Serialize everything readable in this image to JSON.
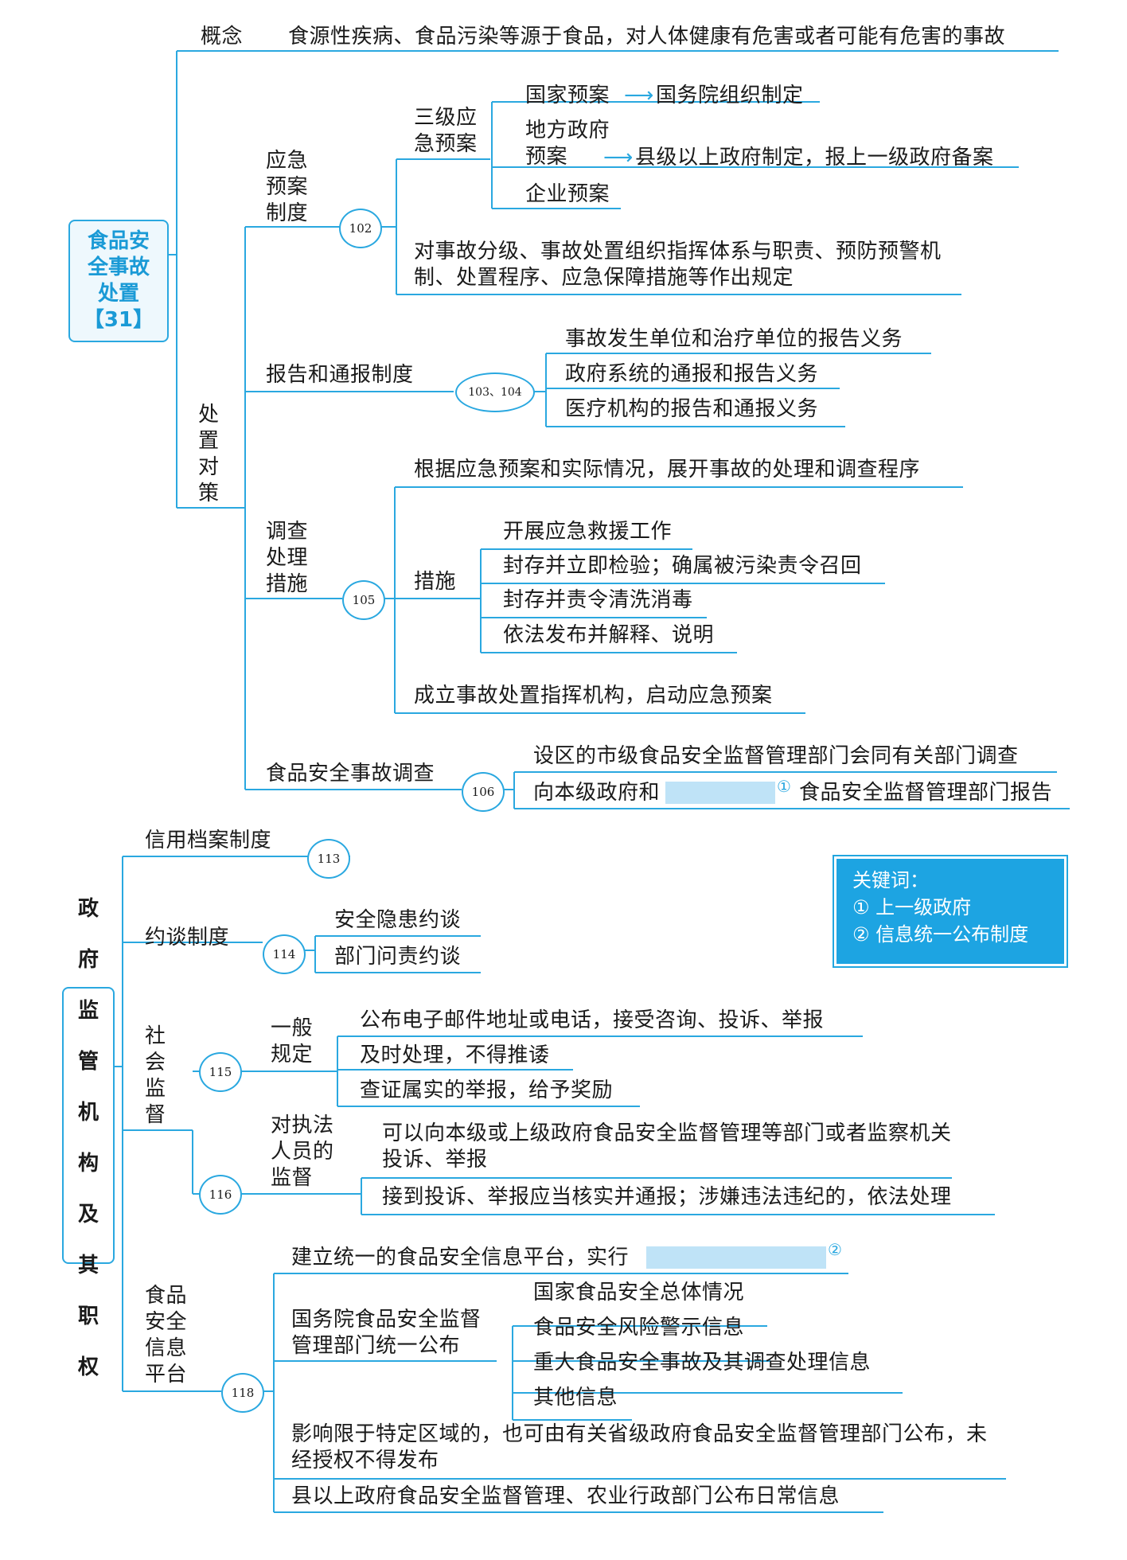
{
  "root1": {
    "line1": "食品安",
    "line2": "全事故",
    "line3": "处置",
    "line4": "【31】"
  },
  "concept": {
    "label": "概念",
    "text": "食源性疾病、食品污染等源于食品，对人体健康有危害或者可能有危害的事故"
  },
  "measures": {
    "label": "处置对策",
    "plan": {
      "label": "应急预案制度",
      "badge": "102",
      "three": {
        "label": "三级应急预案",
        "items": [
          {
            "name": "国家预案",
            "target": "国务院组织制定"
          },
          {
            "name": "地方政府预案",
            "target": "县级以上政府制定，报上一级政府备案"
          },
          {
            "name": "企业预案"
          }
        ]
      },
      "rule": "对事故分级、事故处置组织指挥体系与职责、预防预警机制、处置程序、应急保障措施等作出规定"
    },
    "report": {
      "label": "报告和通报制度",
      "badge": "103、104",
      "items": [
        "事故发生单位和治疗单位的报告义务",
        "政府系统的通报和报告义务",
        "医疗机构的报告和通报义务"
      ]
    },
    "investigate": {
      "label": "调查处理措施",
      "badge": "105",
      "first": "根据应急预案和实际情况，展开事故的处理和调查程序",
      "steps_label": "措施",
      "steps": [
        "开展应急救援工作",
        "封存并立即检验；确属被污染责令召回",
        "封存并责令清洗消毒",
        "依法发布并解释、说明"
      ],
      "last": "成立事故处置指挥机构，启动应急预案"
    },
    "survey": {
      "label": "食品安全事故调查",
      "badge": "106",
      "items": [
        "设区的市级食品安全监督管理部门会同有关部门调查"
      ],
      "report_prefix": "向本级政府和",
      "report_mark": "①",
      "report_suffix": "食品安全监督管理部门报告"
    }
  },
  "root2": {
    "line1": "政",
    "line2": "府",
    "line3": "监",
    "line4": "管",
    "line5": "机",
    "line6": "构",
    "line7": "及",
    "line8": "其",
    "line9": "职",
    "line10": "权"
  },
  "credit": {
    "label": "信用档案制度",
    "badge": "113"
  },
  "interview": {
    "label": "约谈制度",
    "badge": "114",
    "items": [
      "安全隐患约谈",
      "部门问责约谈"
    ]
  },
  "social": {
    "label": "社会监督",
    "general": {
      "label": "一般规定",
      "badge": "115",
      "items": [
        "公布电子邮件地址或电话，接受咨询、投诉、举报",
        "及时处理，不得推诿",
        "查证属实的举报，给予奖励"
      ]
    },
    "enforcer": {
      "label": "对执法人员的监督",
      "badge": "116",
      "items": [
        "可以向本级或上级政府食品安全监督管理等部门或者监察机关投诉、举报",
        "接到投诉、举报应当核实并通报；涉嫌违法违纪的，依法处理"
      ]
    }
  },
  "platform": {
    "label": "食品安全信息平台",
    "badge": "118",
    "build_prefix": "建立统一的食品安全信息平台，实行",
    "build_mark": "②",
    "state_label": "国务院食品安全监督管理部门统一公布",
    "state_items": [
      "国家食品安全总体情况",
      "食品安全风险警示信息",
      "重大食品安全事故及其调查处理信息",
      "其他信息"
    ],
    "regional": "影响限于特定区域的，也可由有关省级政府食品安全监督管理部门公布，未经授权不得发布",
    "daily": "县以上政府食品安全监督管理、农业行政部门公布日常信息"
  },
  "keywords": {
    "title": "关键词：",
    "items": [
      "① 上一级政府",
      "② 信息统一公布制度"
    ]
  },
  "colors": {
    "accent": "#2aa8e0",
    "blank": "#bfe3f7",
    "keybox": "#1da4e2"
  }
}
